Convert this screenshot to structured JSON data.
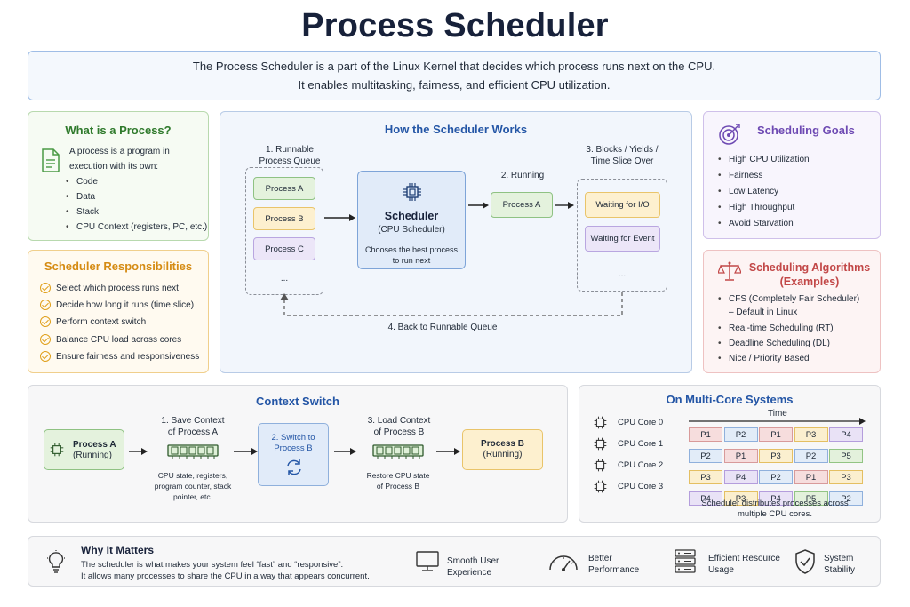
{
  "title": "Process Scheduler",
  "intro": {
    "line1": "The Process Scheduler is a part of the Linux Kernel that decides which process runs next on the CPU.",
    "line2": "It enables multitasking, fairness, and efficient CPU utilization."
  },
  "what_is_process": {
    "title": "What is a Process?",
    "desc_line1": "A process is a program in",
    "desc_line2": "execution with its own:",
    "items": [
      "Code",
      "Data",
      "Stack",
      "CPU Context (registers, PC, etc.)"
    ]
  },
  "responsibilities": {
    "title": "Scheduler Responsibilities",
    "items": [
      "Select which process runs next",
      "Decide how long it runs (time slice)",
      "Perform context switch",
      "Balance CPU load across cores",
      "Ensure fairness and responsiveness"
    ]
  },
  "how_works": {
    "title": "How the Scheduler Works",
    "queue_label_1": "1. Runnable",
    "queue_label_2": "Process Queue",
    "queue": [
      "Process A",
      "Process B",
      "Process C"
    ],
    "ellipsis": "...",
    "scheduler_title": "Scheduler",
    "scheduler_sub": "(CPU Scheduler)",
    "scheduler_desc_1": "Chooses the best process",
    "scheduler_desc_2": "to run next",
    "running_label": "2. Running",
    "running_process": "Process A",
    "blocks_label_1": "3. Blocks / Yields /",
    "blocks_label_2": "Time Slice Over",
    "waiting": [
      "Waiting for I/O",
      "Waiting for Event"
    ],
    "back_label": "4. Back to Runnable Queue"
  },
  "goals": {
    "title": "Scheduling Goals",
    "items": [
      "High CPU Utilization",
      "Fairness",
      "Low Latency",
      "High Throughput",
      "Avoid Starvation"
    ]
  },
  "algorithms": {
    "title_1": "Scheduling Algorithms",
    "title_2": "(Examples)",
    "cfs_1": "CFS (Completely Fair Scheduler)",
    "cfs_2": "– Default in Linux",
    "items": [
      "Real-time Scheduling (RT)",
      "Deadline Scheduling (DL)",
      "Nice / Priority Based"
    ]
  },
  "context_switch": {
    "title": "Context Switch",
    "proc_a_1": "Process A",
    "proc_a_2": "(Running)",
    "save_1": "1. Save Context",
    "save_2": "of Process A",
    "save_desc_1": "CPU state, registers,",
    "save_desc_2": "program counter, stack",
    "save_desc_3": "pointer, etc.",
    "switch_1": "2. Switch to",
    "switch_2": "Process B",
    "load_1": "3. Load Context",
    "load_2": "of Process B",
    "load_desc_1": "Restore CPU state",
    "load_desc_2": "of Process B",
    "proc_b_1": "Process B",
    "proc_b_2": "(Running)"
  },
  "multicore": {
    "title": "On Multi-Core Systems",
    "time_label": "Time",
    "cores": [
      "CPU Core 0",
      "CPU Core 1",
      "CPU Core 2",
      "CPU Core 3"
    ],
    "grid": [
      [
        "P1",
        "P2",
        "P1",
        "P3",
        "P4"
      ],
      [
        "P2",
        "P1",
        "P3",
        "P2",
        "P5"
      ],
      [
        "P3",
        "P4",
        "P2",
        "P1",
        "P3"
      ],
      [
        "P4",
        "P3",
        "P4",
        "P5",
        "P2"
      ]
    ],
    "process_colors": {
      "P1": "#f6dddd",
      "P2": "#e2ecf8",
      "P3": "#fbefcf",
      "P4": "#e9e2f6",
      "P5": "#e3f1dc"
    },
    "process_borders": {
      "P1": "#d89a9a",
      "P2": "#8fb0dc",
      "P3": "#e4bf62",
      "P4": "#b49ddc",
      "P5": "#92c484"
    },
    "caption_1": "Scheduler distributes processes across",
    "caption_2": "multiple CPU cores."
  },
  "why": {
    "title": "Why It Matters",
    "line1": "The scheduler is what makes your system feel “fast” and “responsive”.",
    "line2": "It allows many processes to share the CPU in a way that appears concurrent.",
    "items": [
      {
        "l1": "Smooth User",
        "l2": "Experience",
        "icon": "monitor-icon"
      },
      {
        "l1": "Better",
        "l2": "Performance",
        "icon": "gauge-icon"
      },
      {
        "l1": "Efficient Resource",
        "l2": "Usage",
        "icon": "server-icon"
      },
      {
        "l1": "System",
        "l2": "Stability",
        "icon": "shield-check-icon"
      }
    ]
  }
}
